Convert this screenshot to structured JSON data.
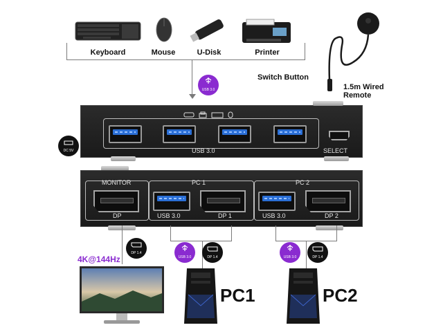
{
  "peripherals": {
    "keyboard": "Keyboard",
    "mouse": "Mouse",
    "udisk": "U-Disk",
    "printer": "Printer"
  },
  "switch_button_label": "Switch Button",
  "cable_label": "1.5m Wired Remote",
  "top_badge": "USB 3.0",
  "dc_badge": "DC 5V",
  "front_panel": {
    "usb_label": "USB 3.0",
    "select_label": "SELECT"
  },
  "rear_panel": {
    "monitor_label": "MONITOR",
    "dp_label": "DP",
    "pc1_label": "PC 1",
    "pc2_label": "PC 2",
    "pc1_usb": "USB 3.0",
    "pc1_dp": "DP 1",
    "pc2_usb": "USB 3.0",
    "pc2_dp": "DP 2"
  },
  "monitor_badge": "DP 1.4",
  "resolution": "4K@144Hz",
  "pc1": {
    "name": "PC1",
    "usb_badge": "USB 3.0",
    "dp_badge": "DP 1.4"
  },
  "pc2": {
    "name": "PC2",
    "usb_badge": "USB 3.0",
    "dp_badge": "DP 1.4"
  },
  "colors": {
    "accent_purple": "#8a2bd0",
    "usb_blue": "#2b6fd6",
    "device_body": "#1e1e1e"
  }
}
